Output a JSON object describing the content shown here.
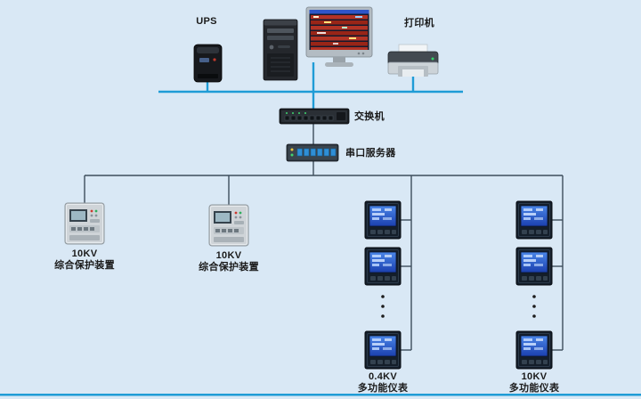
{
  "page": {
    "background": "#d9e8f5",
    "accent_color": "#1f9cd6",
    "branch_line_color": "#3e4e5c"
  },
  "diagram": {
    "type": "power-monitoring-network-topology",
    "devices": {
      "ups": {
        "label": "UPS"
      },
      "printer": {
        "label": "打印机"
      },
      "switch": {
        "label": "交换机"
      },
      "serial_server": {
        "label": "串口服务器"
      },
      "protection_device_1": {
        "voltage": "10KV",
        "name": "综合保护装置"
      },
      "protection_device_2": {
        "voltage": "10KV",
        "name": "综合保护装置"
      },
      "meter_column_1": {
        "voltage": "0.4KV",
        "name": "多功能仪表"
      },
      "meter_column_2": {
        "voltage": "10KV",
        "name": "多功能仪表"
      }
    }
  }
}
